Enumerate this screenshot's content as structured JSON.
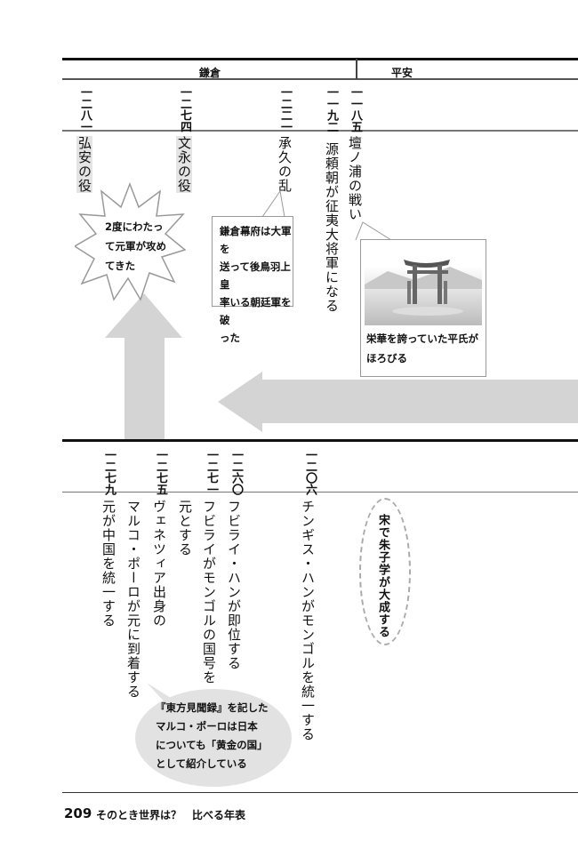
{
  "eras": {
    "kamakura": "鎌倉",
    "heian": "平安"
  },
  "top": {
    "years": [
      "一二八一",
      "一二七四",
      "一二二一",
      "一一九二",
      "一一八五"
    ],
    "events": [
      "弘安の役",
      "文永の役",
      "承久の乱",
      "源頼朝が征夷大将軍になる",
      "壇ノ浦の戦い"
    ],
    "spiky_bubble": [
      "2度にわたっ",
      "て元軍が攻め",
      "てきた"
    ],
    "jokyu_box": [
      "鎌倉幕府は大軍を",
      "送って後鳥羽上皇",
      "率いる朝廷軍を破",
      "った"
    ],
    "dannoura_box": [
      "栄華を誇っていた平氏が",
      "ほろびる"
    ]
  },
  "bottom": {
    "years": [
      "一二七九",
      "一二七五",
      "一二七一",
      "一二六〇",
      "一二〇六"
    ],
    "events": [
      "元が中国を統一する",
      "マルコ・ポーロが元に到着する",
      "ヴェネツィア出身の",
      "元とする",
      "フビライがモンゴルの国号を",
      "フビライ・ハンが即位する",
      "チンギス・ハンがモンゴルを統一する"
    ],
    "song_note": "宋で朱子学が大成する",
    "marco_bubble": [
      "『東方見聞録』を記した",
      "マルコ・ポーロは日本",
      "についても「黄金の国」",
      "として紹介している"
    ]
  },
  "footer": {
    "page_number": "209",
    "title": "そのとき世界は？　比べる年表"
  }
}
